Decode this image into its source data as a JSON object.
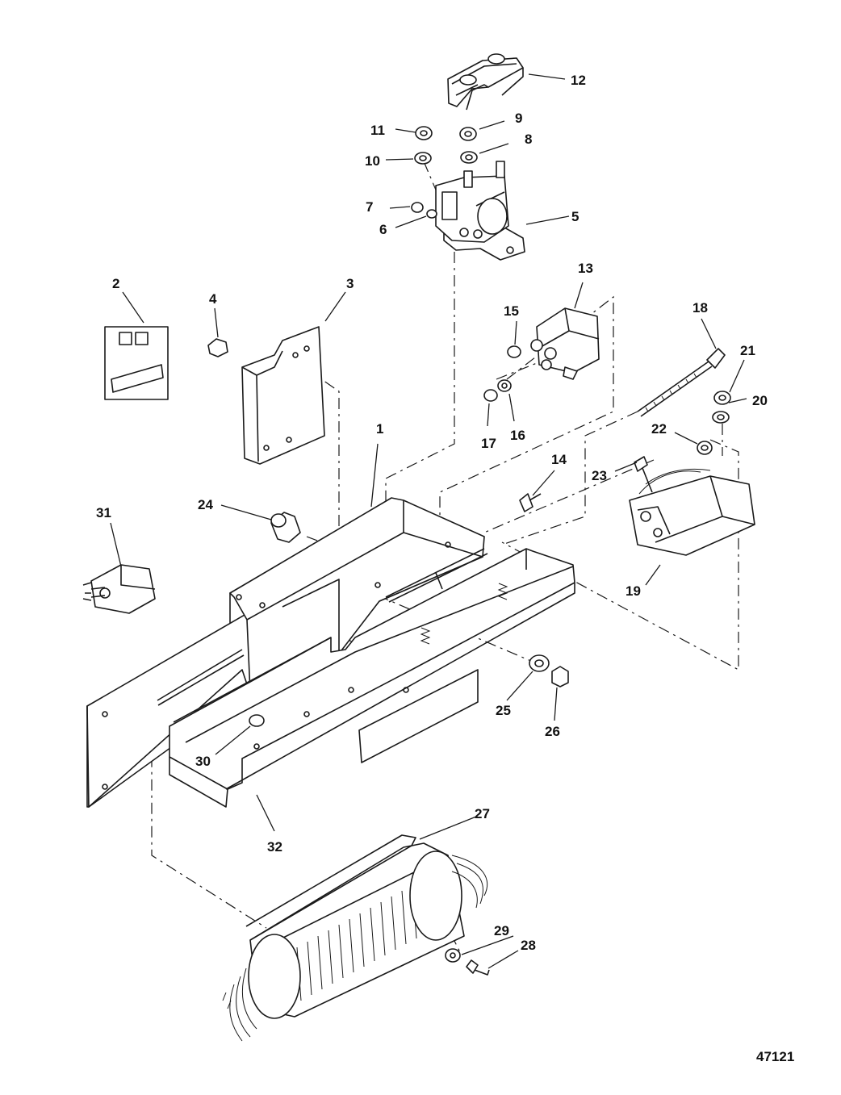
{
  "diagram": {
    "drawing_number": "47121",
    "callouts": {
      "c1": "1",
      "c2": "2",
      "c3": "3",
      "c4": "4",
      "c5": "5",
      "c6": "6",
      "c7": "7",
      "c8": "8",
      "c9": "9",
      "c10": "10",
      "c11": "11",
      "c12": "12",
      "c13": "13",
      "c14": "14",
      "c15": "15",
      "c16": "16",
      "c17": "17",
      "c18": "18",
      "c19": "19",
      "c20": "20",
      "c21": "21",
      "c22": "22",
      "c23": "23",
      "c24": "24",
      "c25": "25",
      "c26": "26",
      "c27": "27",
      "c28": "28",
      "c29": "29",
      "c30": "30",
      "c31": "31",
      "c32": "32"
    }
  }
}
